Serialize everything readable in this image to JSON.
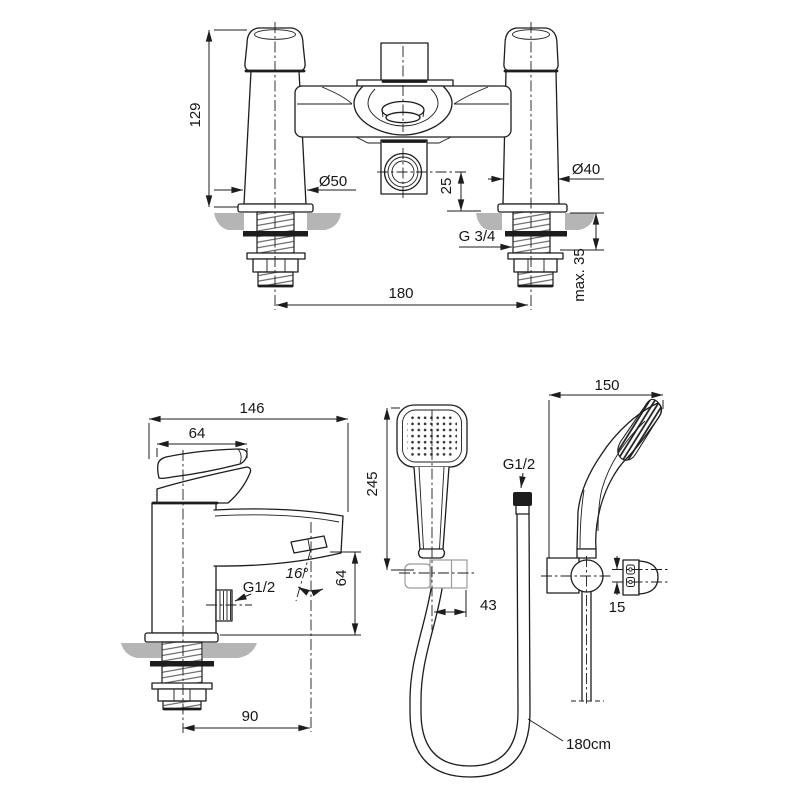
{
  "title": "Bath shower mixer technical drawing",
  "colors": {
    "line": "#1d1d1d",
    "deck_fill": "#b5b5b5",
    "bracket_line": "#9c9c9c",
    "background": "#ffffff"
  },
  "front_view": {
    "height": "129",
    "left_pillar_diameter": "Ø50",
    "right_pillar_diameter": "Ø40",
    "outlet_drop": "25",
    "shank_thread": "G 3/4",
    "hole_centres": "180",
    "max_deck_thickness": "max. 35"
  },
  "side_view": {
    "total_depth": "146",
    "handle_length": "64",
    "hose_outlet_thread": "G1/2",
    "spout_angle": "16°",
    "spout_drop": "64",
    "spout_reach": "90"
  },
  "handset_view": {
    "handset_length": "245",
    "hose_nut_thread": "G1/2",
    "bracket_offset": "43",
    "hose_length": "180cm"
  },
  "holder_view": {
    "overall_depth": "150",
    "slot_spacing": "15"
  }
}
